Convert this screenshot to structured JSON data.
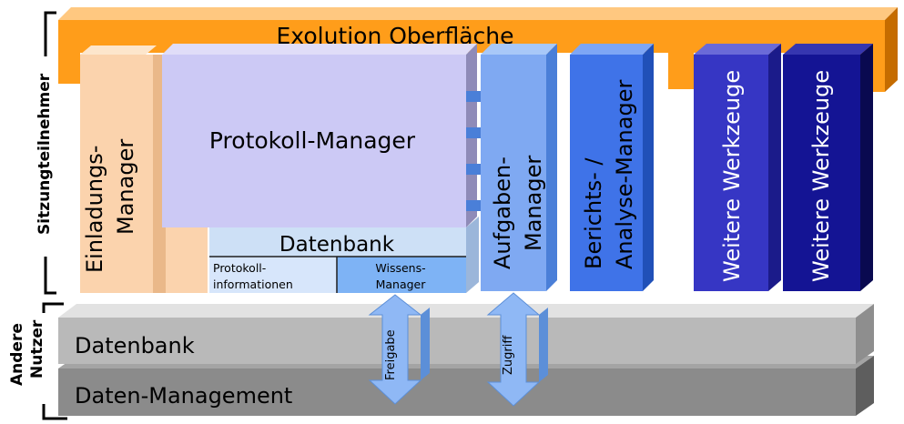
{
  "top_bar": {
    "label": "Exolution Oberfläche"
  },
  "side_labels": {
    "participants": "Sitzungteilnehmer",
    "other_users_line1": "Andere",
    "other_users_line2": "Nutzer"
  },
  "modules": {
    "invitation": {
      "line1": "Einladungs-",
      "line2": "Manager"
    },
    "protocol": {
      "label": "Protokoll-Manager"
    },
    "database_box": {
      "title": "Datenbank",
      "left_line1": "Protokoll-",
      "left_line2": "informationen",
      "right_line1": "Wissens-",
      "right_line2": "Manager"
    },
    "tasks": {
      "line1": "Aufgaben-",
      "line2": "Manager"
    },
    "reports": {
      "line1": "Berichts- /",
      "line2": "Analyse-Manager"
    },
    "tools1": {
      "label": "Weitere Werkzeuge"
    },
    "tools2": {
      "label": "Weitere Werkzeuge"
    }
  },
  "base_layers": {
    "database": "Datenbank",
    "data_management": "Daten-Management"
  },
  "arrows": {
    "release": "Freigabe",
    "access": "Zugriff"
  }
}
